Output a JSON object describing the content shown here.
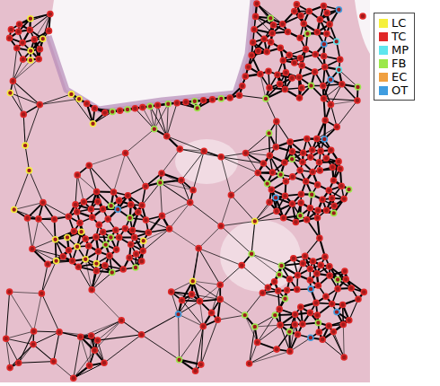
{
  "diagram": {
    "legend": [
      {
        "text": "LC",
        "color": "#f5f03c"
      },
      {
        "text": "TC",
        "color": "#e02828"
      },
      {
        "text": "MP",
        "color": "#5ee6ee"
      },
      {
        "text": "FB",
        "color": "#9be84a"
      },
      {
        "text": "EC",
        "color": "#f0a040"
      },
      {
        "text": "OT",
        "color": "#3f9de0"
      }
    ]
  }
}
